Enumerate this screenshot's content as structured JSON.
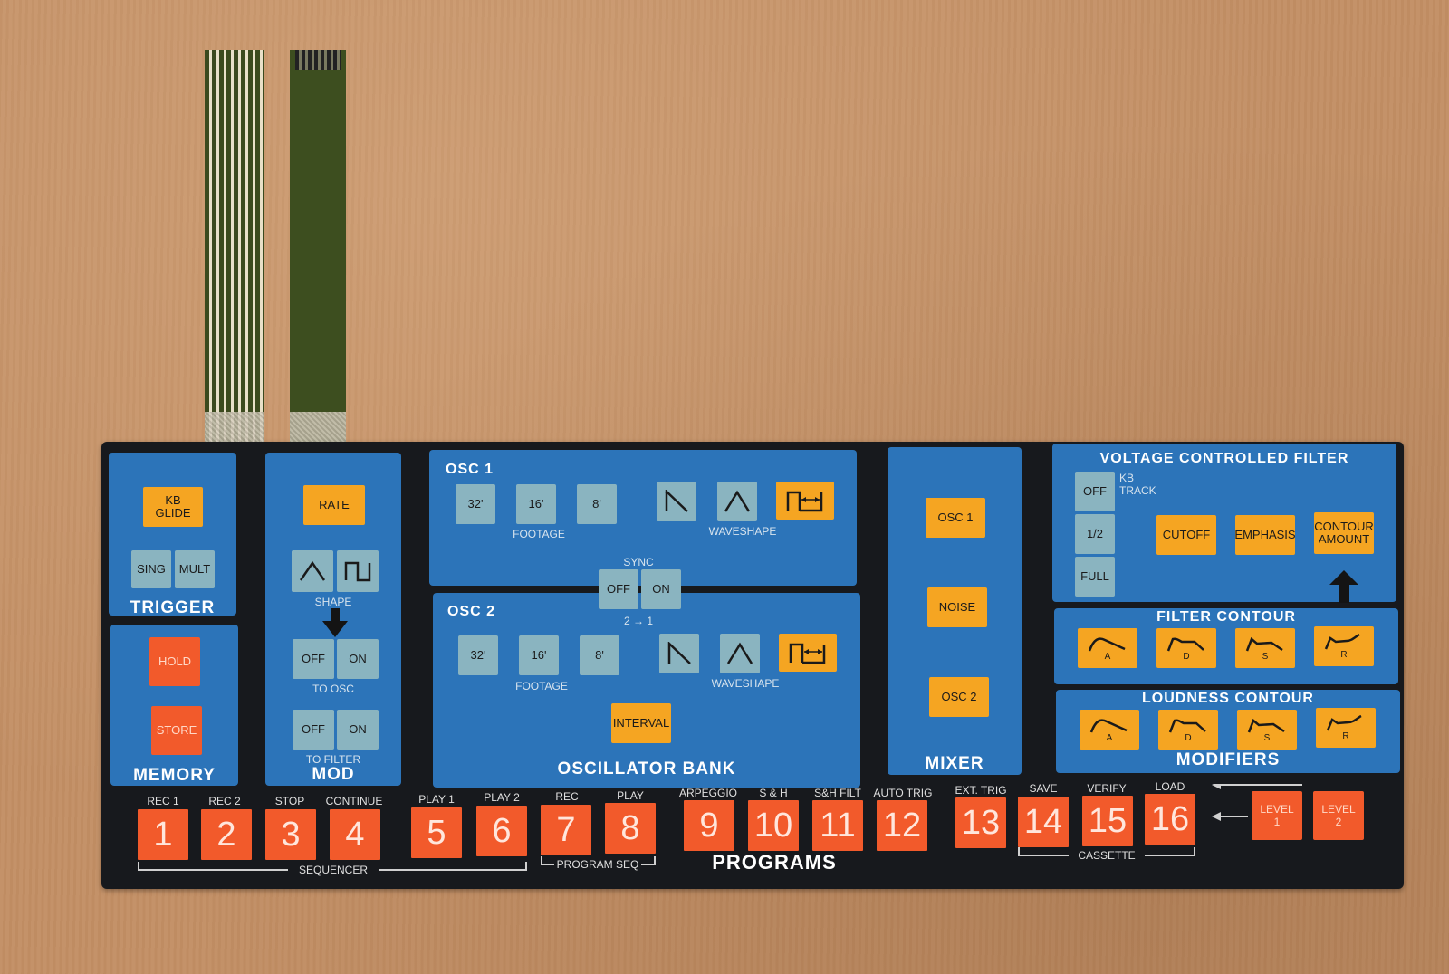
{
  "trigger": {
    "title": "TRIGGER",
    "kb_glide": "KB\nGLIDE",
    "sing": "SING",
    "mult": "MULT"
  },
  "memory": {
    "title": "MEMORY",
    "hold": "HOLD",
    "store": "STORE"
  },
  "mod": {
    "title": "MOD",
    "rate": "RATE",
    "shape": "SHAPE",
    "off": "OFF",
    "on": "ON",
    "to_osc": "TO OSC",
    "to_filter": "TO FILTER"
  },
  "osc_bank": {
    "title": "OSCILLATOR BANK",
    "osc1": "OSC 1",
    "osc2": "OSC 2",
    "foot32": "32'",
    "foot16": "16'",
    "foot8": "8'",
    "footage": "FOOTAGE",
    "waveshape": "WAVESHAPE",
    "sync": "SYNC",
    "sync_off": "OFF",
    "sync_on": "ON",
    "sync_dir": "2 → 1",
    "interval": "INTERVAL"
  },
  "mixer": {
    "title": "MIXER",
    "osc1": "OSC 1",
    "noise": "NOISE",
    "osc2": "OSC 2"
  },
  "vcf": {
    "title": "VOLTAGE CONTROLLED FILTER",
    "off": "OFF",
    "half": "1/2",
    "full": "FULL",
    "kb_track": "KB\nTRACK",
    "cutoff": "CUTOFF",
    "emphasis": "EMPHASIS",
    "contour_amount": "CONTOUR\nAMOUNT"
  },
  "filter_contour": {
    "title": "FILTER CONTOUR",
    "a": "A",
    "d": "D",
    "s": "S",
    "r": "R"
  },
  "loudness_contour": {
    "title": "LOUDNESS CONTOUR",
    "a": "A",
    "d": "D",
    "s": "S",
    "r": "R"
  },
  "modifiers": {
    "title": "MODIFIERS"
  },
  "programs": {
    "title": "PROGRAMS",
    "labels": [
      "REC 1",
      "REC 2",
      "STOP",
      "CONTINUE",
      "PLAY 1",
      "PLAY 2",
      "REC",
      "PLAY",
      "ARPEGGIO",
      "S & H",
      "S&H FILT",
      "AUTO TRIG",
      "EXT. TRIG",
      "SAVE",
      "VERIFY",
      "LOAD"
    ],
    "numbers": [
      "1",
      "2",
      "3",
      "4",
      "5",
      "6",
      "7",
      "8",
      "9",
      "10",
      "11",
      "12",
      "13",
      "14",
      "15",
      "16"
    ],
    "sequencer": "SEQUENCER",
    "program_seq": "PROGRAM SEQ",
    "cassette": "CASSETTE",
    "level1": "LEVEL\n1",
    "level2": "LEVEL\n2"
  },
  "colors": {
    "panel_blue": "#2c74b9",
    "orange": "#f5a522",
    "red": "#f25a2b",
    "light_teal": "#8ab4c0",
    "panel_black": "#17191d"
  }
}
